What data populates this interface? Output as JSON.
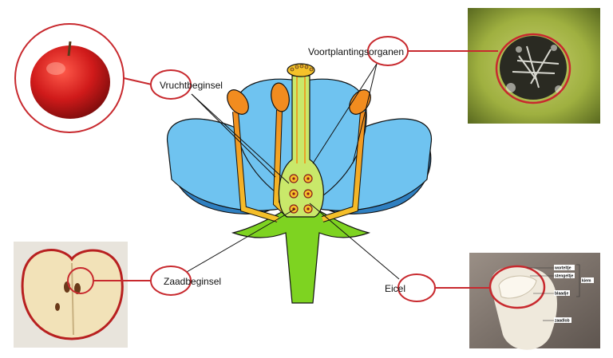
{
  "labels": {
    "ovary": "Vruchtbeginsel",
    "reproductive_organs": "Voortplantingsorganen",
    "ovule": "Zaadbeginsel",
    "egg_cell": "Eicel"
  },
  "seed_photo_labels": {
    "worteltje": "worteltje",
    "stengeltje": "stengeltje",
    "blaadje": "blaadje",
    "kiem": "kiem",
    "zaadlob": "zaadlob"
  },
  "colors": {
    "callout_red": "#c8292e",
    "petal_blue": "#6fc3f0",
    "petal_dark_blue": "#2f7fc0",
    "pistil_green": "#7ed321",
    "stamen_orange": "#f28c1f"
  }
}
